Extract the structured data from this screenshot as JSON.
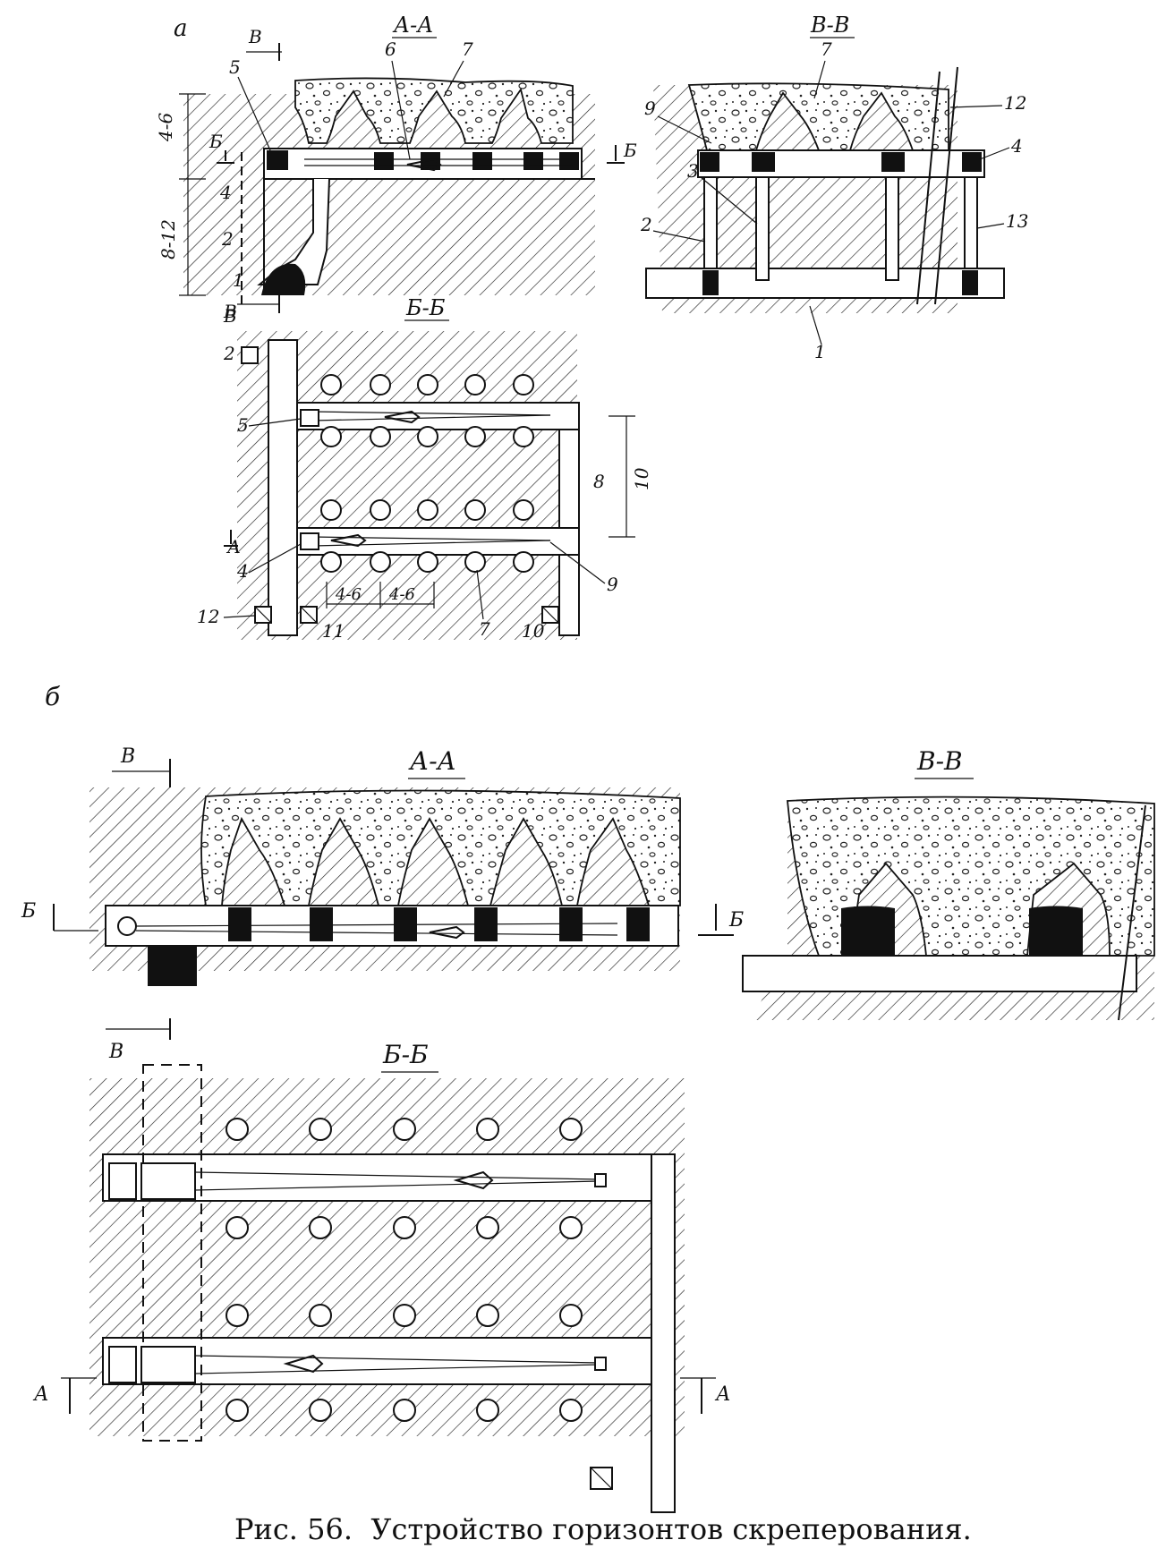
{
  "figure": {
    "caption": "Рис. 56.  Устройство горизонтов скреперования."
  },
  "panel_a": {
    "letter": "а",
    "section_aa": {
      "title": "А-А",
      "labels": [
        "1",
        "2",
        "4",
        "5",
        "6",
        "7"
      ],
      "dims": [
        "4-6",
        "8-12"
      ],
      "cut_marks": [
        "В",
        "В",
        "Б",
        "Б"
      ]
    },
    "section_vv": {
      "title": "В-В",
      "labels": [
        "1",
        "2",
        "3",
        "4",
        "7",
        "9",
        "12",
        "13"
      ]
    },
    "section_bb": {
      "title": "Б-Б",
      "labels": [
        "2",
        "4",
        "5",
        "7",
        "8",
        "9",
        "10",
        "11",
        "12"
      ],
      "dims": [
        "4-6",
        "4-6",
        "10"
      ],
      "cut_marks": [
        "В",
        "А"
      ]
    }
  },
  "panel_b": {
    "letter": "б",
    "section_aa": {
      "title": "А-А",
      "cut_marks": [
        "В",
        "Б",
        "Б"
      ]
    },
    "section_vv": {
      "title": "В-В"
    },
    "section_bb": {
      "title": "Б-Б",
      "cut_marks": [
        "В",
        "А",
        "А"
      ]
    }
  }
}
